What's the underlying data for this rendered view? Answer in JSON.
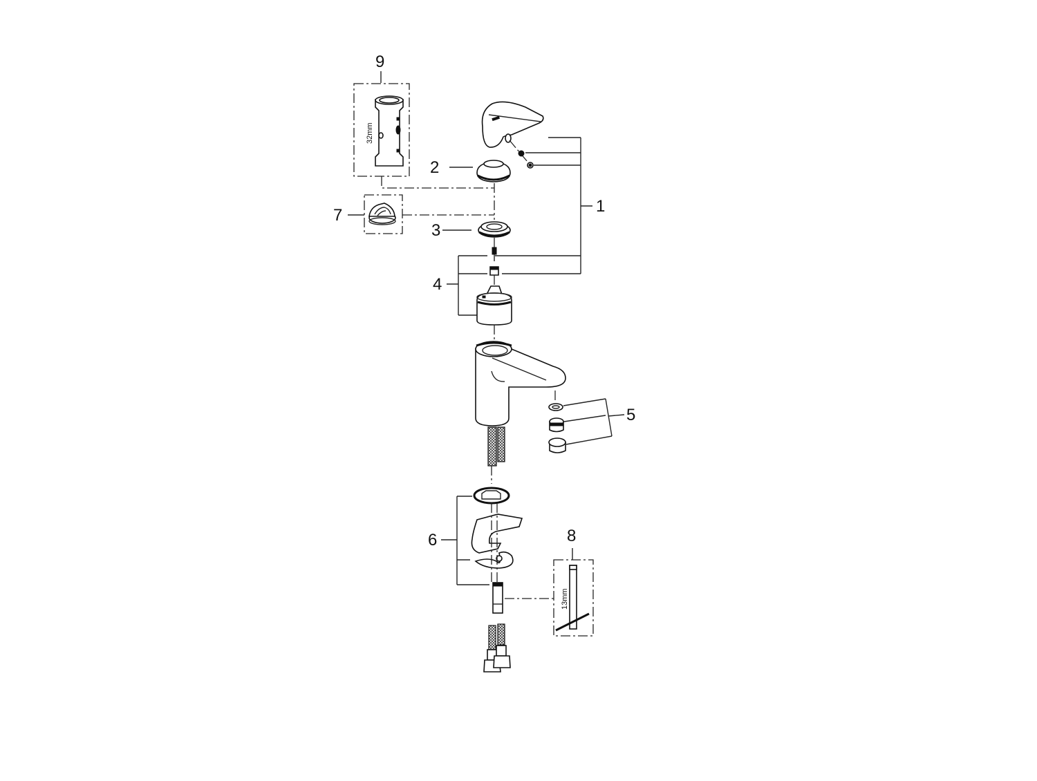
{
  "diagram": {
    "type": "exploded-parts-view",
    "subject": "single-lever basin mixer tap",
    "callouts": [
      {
        "id": "1",
        "label": "1",
        "part": "lever handle assembly"
      },
      {
        "id": "2",
        "label": "2",
        "part": "cover cap"
      },
      {
        "id": "3",
        "label": "3",
        "part": "cartridge nut"
      },
      {
        "id": "4",
        "label": "4",
        "part": "cartridge assembly"
      },
      {
        "id": "5",
        "label": "5",
        "part": "aerator set"
      },
      {
        "id": "6",
        "label": "6",
        "part": "mounting set"
      },
      {
        "id": "7",
        "label": "7",
        "part": "cap tool"
      },
      {
        "id": "8",
        "label": "8",
        "part": "socket wrench"
      },
      {
        "id": "9",
        "label": "9",
        "part": "cartridge wrench"
      }
    ],
    "dimensions": {
      "tool9": "32mm",
      "tool8": "13mm"
    }
  }
}
